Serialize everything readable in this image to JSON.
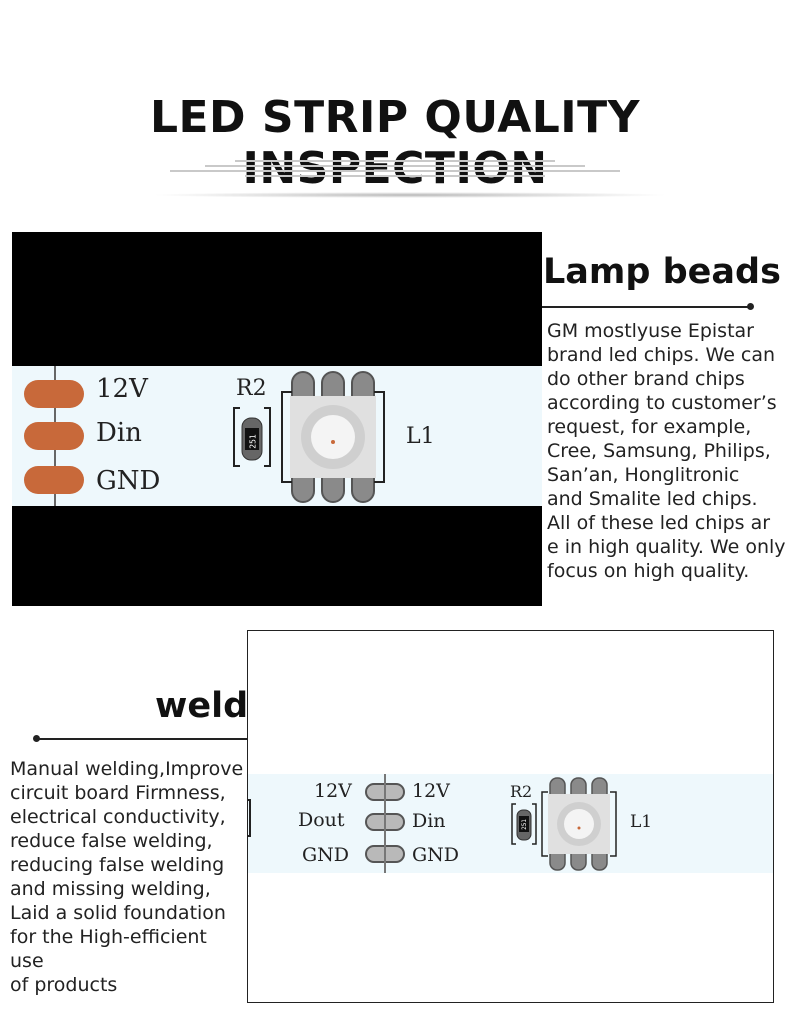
{
  "header": {
    "title": "LED STRIP QUALITY INSPECTION"
  },
  "lamp_beads": {
    "heading": "Lamp beads",
    "lines": [
      "GM mostlyuse Epistar",
      "brand led chips. We can",
      "do other brand chips",
      "according to customer’s",
      "request, for example,",
      "Cree, Samsung, Philips,",
      "San’an, Honglitronic",
      "and Smalite led chips.",
      "All of these led chips ar",
      "e in high quality. We only",
      "focus on high quality."
    ],
    "photo_labels": {
      "v12": "12V",
      "din": "Din",
      "gnd": "GND",
      "r2": "R2",
      "resistor": "251",
      "l1": "L1"
    }
  },
  "weld": {
    "heading": "weld",
    "lines": [
      "Manual welding,Improve",
      "circuit board Firmness,",
      "electrical conductivity,",
      "reduce false welding,",
      "reducing false welding",
      "and missing welding,",
      "Laid a solid foundation",
      "for the High-efficient use",
      "of products"
    ],
    "photo_labels": {
      "left_12v": "12V",
      "left_dout": "Dout",
      "left_gnd": "GND",
      "right_12v": "12V",
      "right_din": "Din",
      "right_gnd": "GND",
      "r2": "R2",
      "resistor": "251",
      "l1": "L1"
    }
  },
  "colors": {
    "strip_bg": "#eef8fc",
    "copper_pad": "#c8693a",
    "photo_bg": "#000000"
  }
}
